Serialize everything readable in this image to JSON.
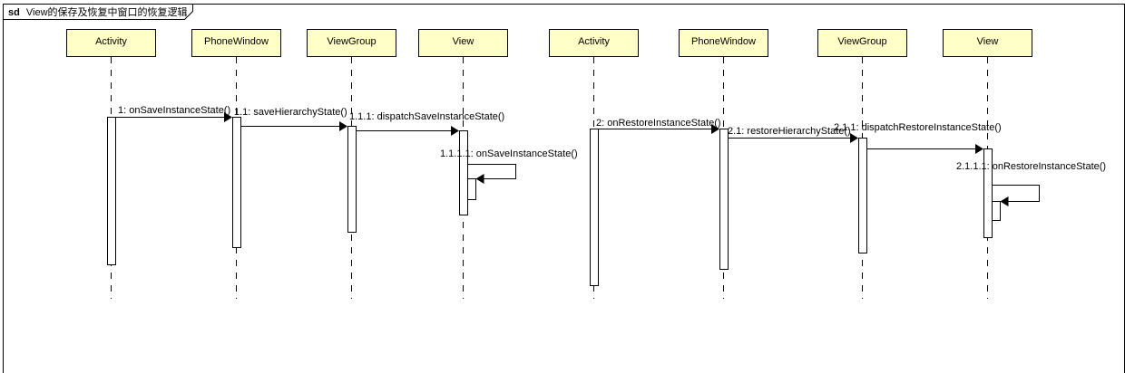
{
  "frame": {
    "keyword": "sd",
    "title": "View的保存及恢复中窗口的恢复逻辑"
  },
  "lifelines": [
    {
      "id": "a1",
      "label": "Activity"
    },
    {
      "id": "p1",
      "label": "PhoneWindow"
    },
    {
      "id": "g1",
      "label": "ViewGroup"
    },
    {
      "id": "v1",
      "label": "View"
    },
    {
      "id": "a2",
      "label": "Activity"
    },
    {
      "id": "p2",
      "label": "PhoneWindow"
    },
    {
      "id": "g2",
      "label": "ViewGroup"
    },
    {
      "id": "v2",
      "label": "View"
    }
  ],
  "messages": [
    {
      "id": "m1",
      "label": "1: onSaveInstanceState()",
      "from": "a1",
      "to": "p1",
      "self": false
    },
    {
      "id": "m2",
      "label": "1.1: saveHierarchyState()",
      "from": "p1",
      "to": "g1",
      "self": false
    },
    {
      "id": "m3",
      "label": "1.1.1: dispatchSaveInstanceState()",
      "from": "g1",
      "to": "v1",
      "self": false
    },
    {
      "id": "m4",
      "label": "1.1.1.1: onSaveInstanceState()",
      "from": "v1",
      "to": "v1",
      "self": true
    },
    {
      "id": "m5",
      "label": "2: onRestoreInstanceState()",
      "from": "a2",
      "to": "p2",
      "self": false
    },
    {
      "id": "m6",
      "label": "2.1: restoreHierarchyState()",
      "from": "p2",
      "to": "g2",
      "self": false
    },
    {
      "id": "m7",
      "label": "2.1.1: dispatchRestoreInstanceState()",
      "from": "g2",
      "to": "v2",
      "self": false
    },
    {
      "id": "m8",
      "label": "2.1.1.1: onRestoreInstanceState()",
      "from": "v2",
      "to": "v2",
      "self": true
    }
  ],
  "colors": {
    "lifeline_box_fill": "#ffffc8",
    "lifeline_box_stroke": "#000000",
    "line": "#000000",
    "background": "#ffffff"
  }
}
